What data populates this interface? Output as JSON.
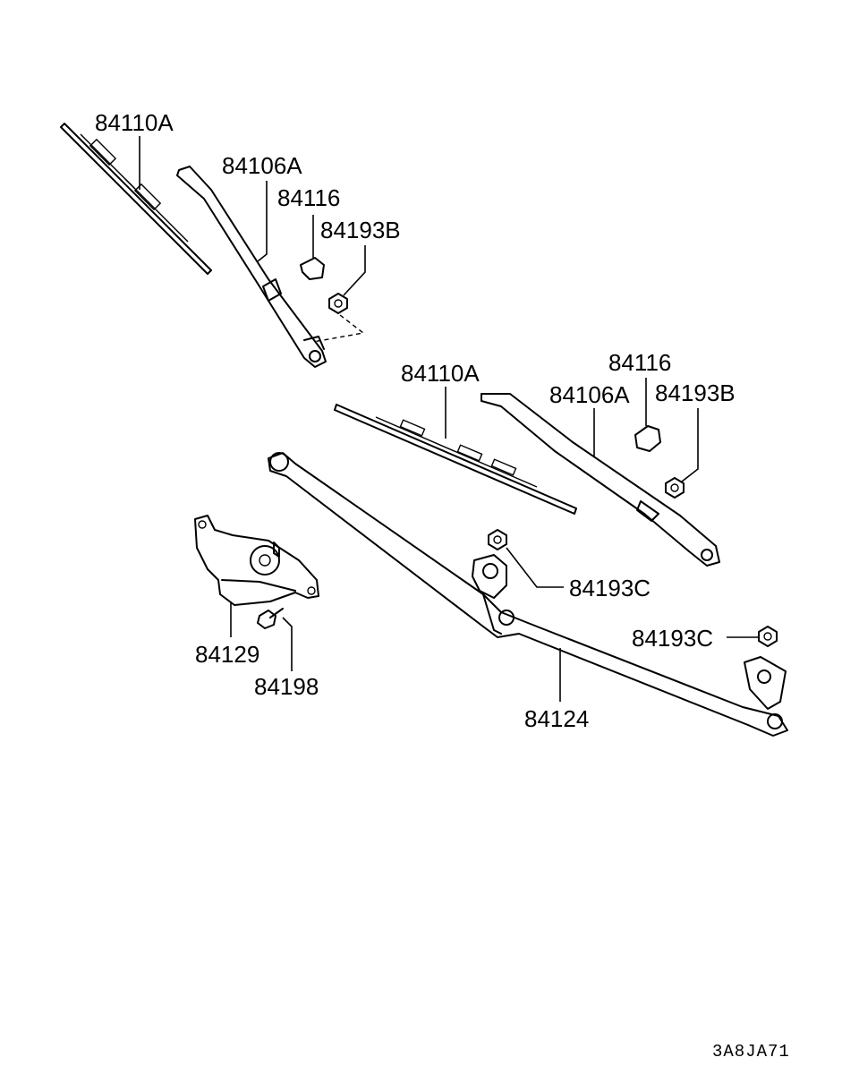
{
  "callouts": {
    "blade_left": "84110A",
    "arm_left": "84106A",
    "cap_left": "84116",
    "nut_left": "84193B",
    "blade_right": "84110A",
    "cap_right": "84116",
    "arm_right": "84106A",
    "nut_right": "84193B",
    "pivot_nut_left": "84193C",
    "pivot_nut_right": "84193C",
    "motor": "84129",
    "bolt": "84198",
    "linkage": "84124"
  },
  "diagram_code": "3A8JA71"
}
